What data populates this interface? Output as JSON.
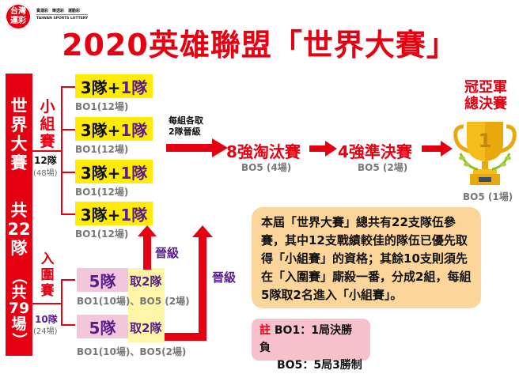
{
  "header": {
    "logo_text": [
      "台灣",
      "運彩"
    ],
    "brand_zh": "賓運彩　樂透彩　運動彩",
    "brand_en": "TAIWAN SPORTS LOTTERY",
    "title": "2020英雄聯盟「世界大賽」"
  },
  "sidebar": {
    "main_label": [
      "世",
      "界",
      "大",
      "賽"
    ],
    "total_prefix": "共",
    "total_teams": "22",
    "total_suffix": "隊",
    "total_matches": [
      "（",
      "共",
      "79",
      "場",
      "）"
    ]
  },
  "group_stage": {
    "label": [
      "小",
      "組",
      "賽"
    ],
    "teams": "12隊",
    "matches": "(48場)",
    "groups": [
      {
        "base": "3隊+",
        "extra": "1隊",
        "format": "BO1(12場)"
      },
      {
        "base": "3隊+",
        "extra": "1隊",
        "format": "BO1(12場)"
      },
      {
        "base": "3隊+",
        "extra": "1隊",
        "format": "BO1(12場)"
      },
      {
        "base": "3隊+",
        "extra": "1隊",
        "format": "BO1(12場)"
      }
    ],
    "advance_note": [
      "每組各取",
      "2隊晉級"
    ]
  },
  "play_in": {
    "label": [
      "入",
      "圍",
      "賽"
    ],
    "teams": "10隊",
    "matches": "(24場)",
    "groups": [
      {
        "teams": "5隊",
        "take": "取2隊",
        "format": "BO1(10場)、BO5 (2場)"
      },
      {
        "teams": "5隊",
        "take": "取2隊",
        "format": "BO1(10場)、BO5(2場)"
      }
    ],
    "advance_label_1": "晉級",
    "advance_label_2": "晉級"
  },
  "knockout": {
    "quarterfinal": {
      "label": "8強淘汰賽",
      "format": "BO5 (4場)"
    },
    "semifinal": {
      "label": "4強準決賽",
      "format": "BO5 (2場)"
    },
    "final": {
      "label": [
        "冠亞軍",
        "總決賽"
      ],
      "format": "BO5 (1場)",
      "trophy_number": "1"
    }
  },
  "note": {
    "text": "本屆「世界大賽」總共有22支隊伍參賽，其中12支戰績較佳的隊伍已優先取得「小組賽」的資格；其餘10支則須先在「入圍賽」廝殺一番，分成2組，每組5隊取2名進入「小組賽」。"
  },
  "legend": {
    "prefix": "註",
    "items": [
      {
        "term": "BO1",
        "desc": "：1局決勝負"
      },
      {
        "term": "BO5",
        "desc": "：5局3勝制"
      }
    ]
  },
  "colors": {
    "red": "#e60012",
    "yellow": "#ffec00",
    "purple": "#5a1e8c",
    "pink": "#f3c6dc",
    "note_bg": "#fbd59a",
    "legend_bg": "#f6c1cc"
  }
}
